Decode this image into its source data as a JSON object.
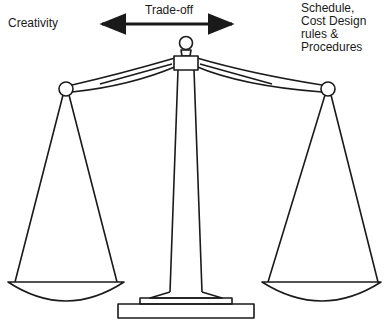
{
  "diagram": {
    "labels": [
      "Creativity",
      "Trade-off",
      "Schedule, Cost Design rules & Procedures"
    ]
  }
}
